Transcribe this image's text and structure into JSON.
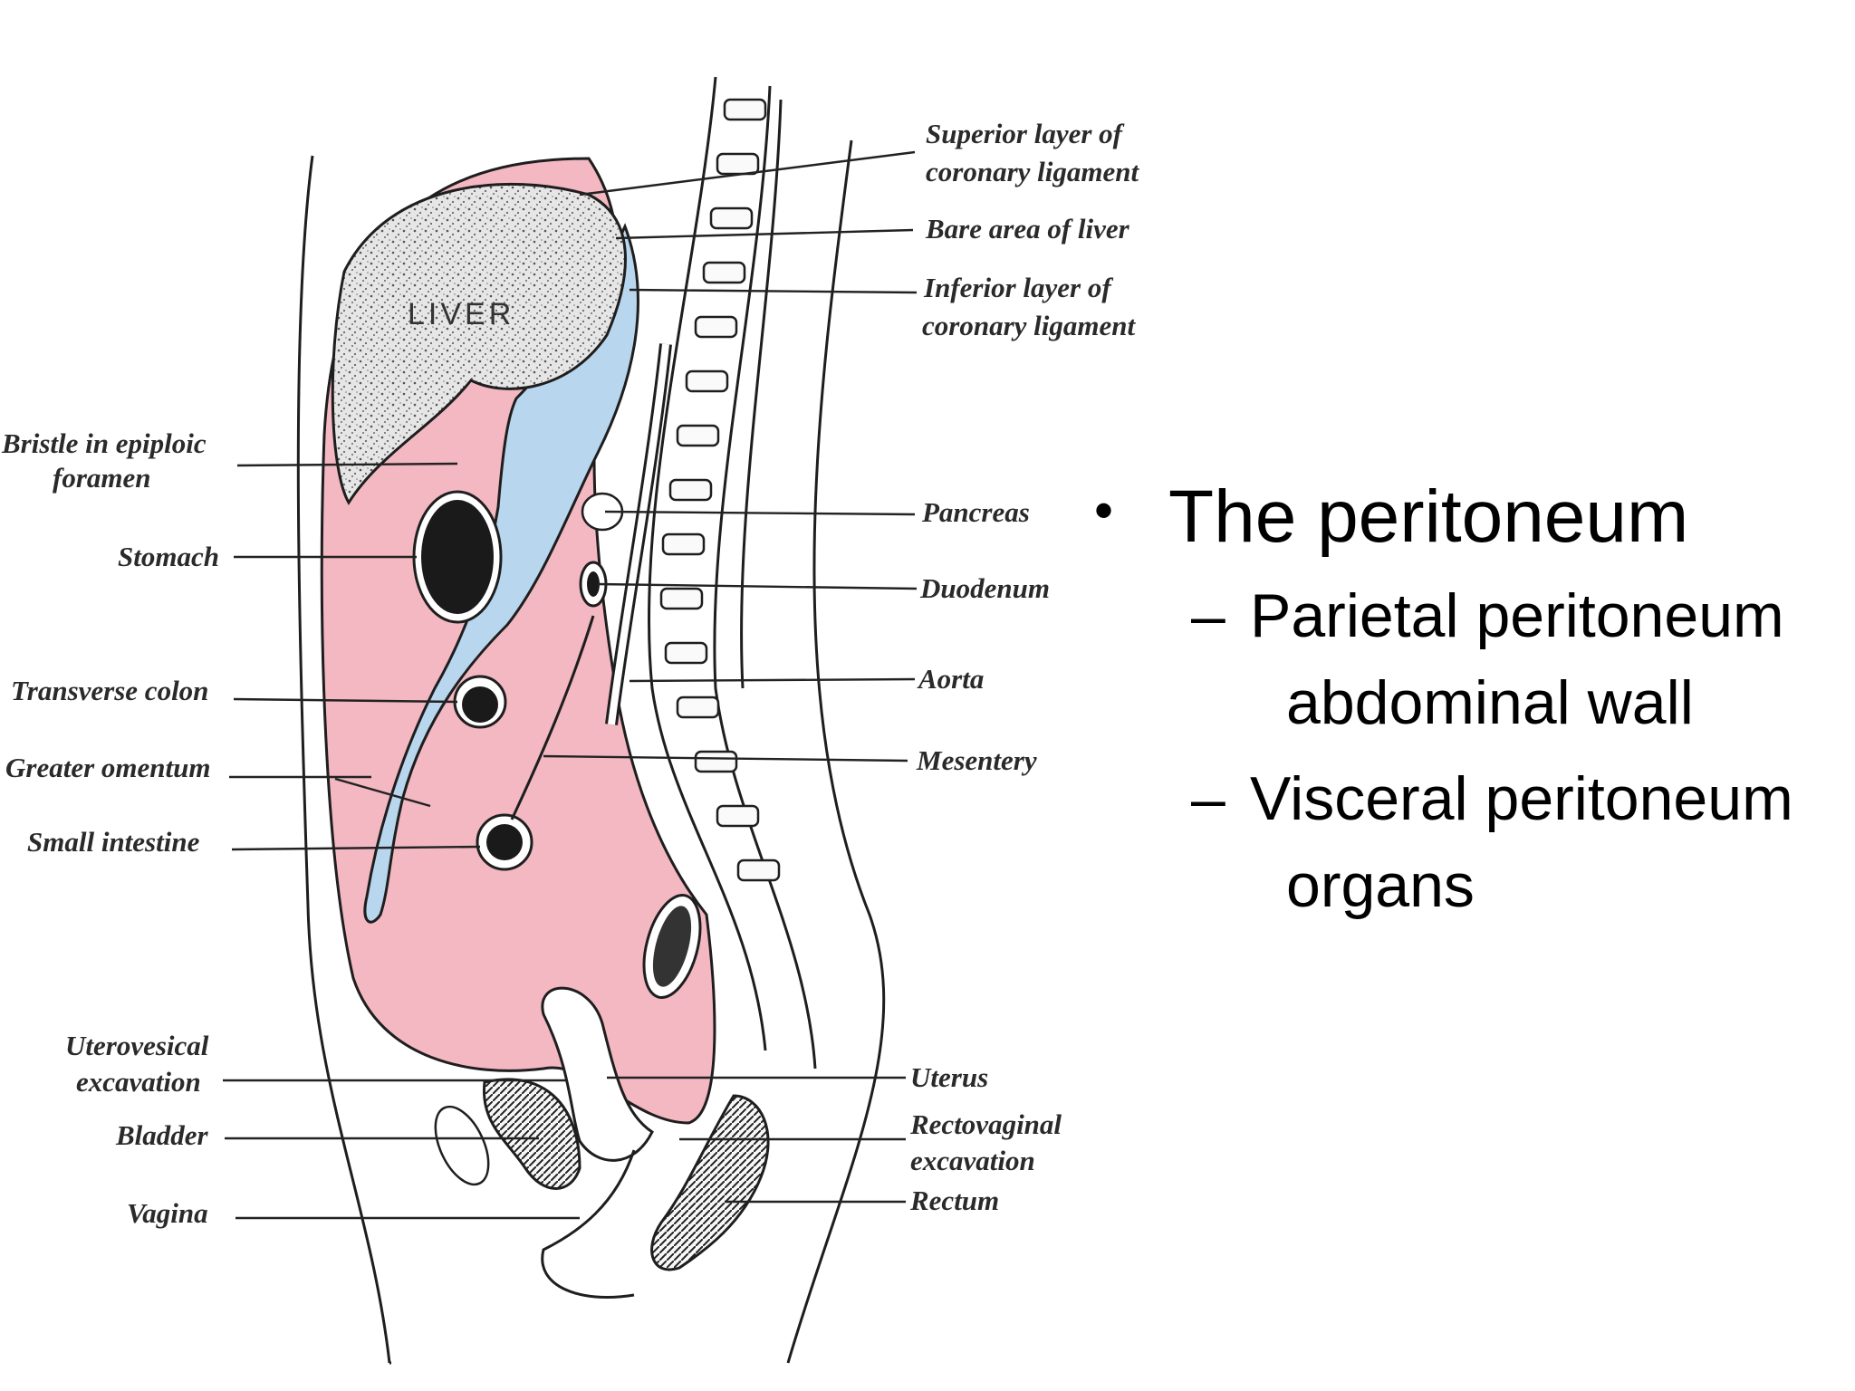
{
  "diagram": {
    "organ_label": "LIVER",
    "labels_left": [
      "Bristle in epiploic",
      "foramen",
      "Stomach",
      "Transverse colon",
      "Greater omentum",
      "Small intestine",
      "Uterovesical",
      "excavation",
      "Bladder",
      "Vagina"
    ],
    "labels_right": [
      "Superior layer of",
      "coronary ligament",
      "Bare area of liver",
      "Inferior layer of",
      "coronary ligament",
      "Pancreas",
      "Duodenum",
      "Aorta",
      "Mesentery",
      "Uterus",
      "Rectovaginal",
      "excavation",
      "Rectum"
    ],
    "colors": {
      "peritoneal_cavity": "#f3b8c2",
      "lesser_sac": "#b8d6ee",
      "liver_fill": "#d4d4d4",
      "line": "#1e1e1e"
    }
  },
  "slide": {
    "bullet": "The peritoneum",
    "sub_items": [
      {
        "label": "Parietal peritoneum",
        "detail": "abdominal wall"
      },
      {
        "label": "Visceral peritoneum",
        "detail": "organs"
      }
    ]
  }
}
